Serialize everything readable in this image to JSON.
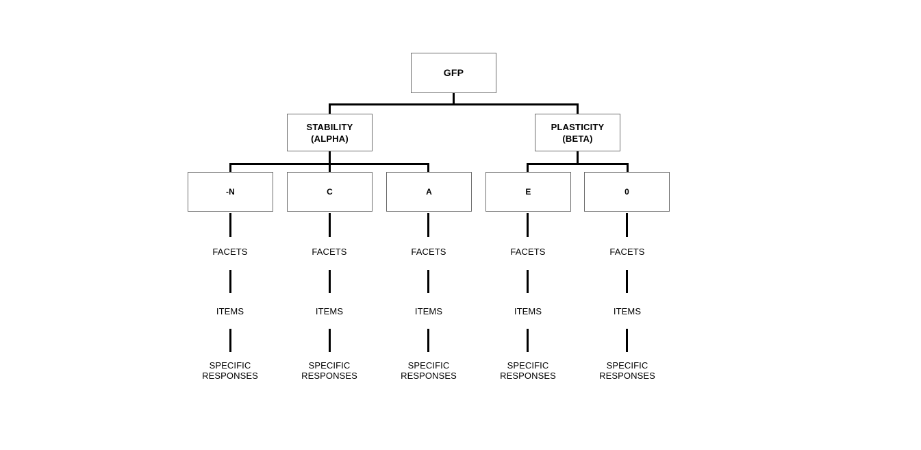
{
  "diagram": {
    "title_node": {
      "label": "GFP"
    },
    "branches": [
      {
        "id": "stability",
        "label": "STABILITY\n(ALPHA)"
      },
      {
        "id": "plasticity",
        "label": "PLASTICITY\n(BETA)"
      }
    ],
    "leaves": [
      {
        "id": "n",
        "label": "-N",
        "parent": "stability"
      },
      {
        "id": "c",
        "label": "C",
        "parent": "stability"
      },
      {
        "id": "a",
        "label": "A",
        "parent": "stability"
      },
      {
        "id": "e",
        "label": "E",
        "parent": "plasticity"
      },
      {
        "id": "o",
        "label": "0",
        "parent": "plasticity"
      }
    ],
    "tiers": [
      {
        "id": "facets",
        "label": "FACETS"
      },
      {
        "id": "items",
        "label": "ITEMS"
      },
      {
        "id": "specific",
        "label": "SPECIFIC\nRESPONSES"
      }
    ],
    "columns": [
      {
        "leaf": "-N",
        "facets": "FACETS",
        "items": "ITEMS",
        "specific_responses": "SPECIFIC\nRESPONSES"
      },
      {
        "leaf": "C",
        "facets": "FACETS",
        "items": "ITEMS",
        "specific_responses": "SPECIFIC\nRESPONSES"
      },
      {
        "leaf": "A",
        "facets": "FACETS",
        "items": "ITEMS",
        "specific_responses": "SPECIFIC\nRESPONSES"
      },
      {
        "leaf": "E",
        "facets": "FACETS",
        "items": "ITEMS",
        "specific_responses": "SPECIFIC\nRESPONSES"
      },
      {
        "leaf": "0",
        "facets": "FACETS",
        "items": "ITEMS",
        "specific_responses": "SPECIFIC\nRESPONSES"
      }
    ],
    "colors": {
      "background": "#ffffff",
      "box_border": "#6b6b6b",
      "connector": "#000000",
      "text": "#000000"
    }
  }
}
